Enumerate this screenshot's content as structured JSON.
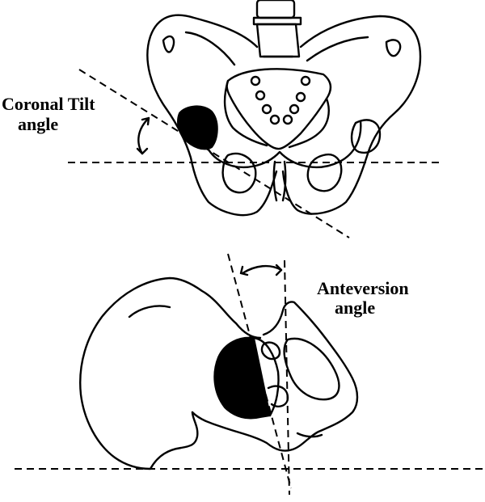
{
  "labels": {
    "coronal_tilt_line1": "Coronal Tilt",
    "coronal_tilt_line2": "angle",
    "anteversion_line1": "Anteversion",
    "anteversion_line2": "angle"
  },
  "colors": {
    "ink": "#000000",
    "background": "#ffffff"
  },
  "icons": {
    "angle_arrow": "double-headed-curved-arrow"
  }
}
